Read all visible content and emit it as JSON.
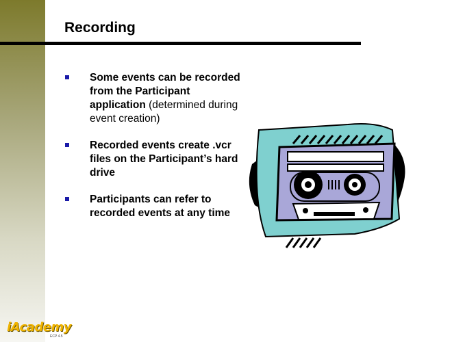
{
  "slide": {
    "title": "Recording",
    "bullets": [
      {
        "bold": "Some events can be recorded from the Participant application",
        "normal": " (determined during event creation)"
      },
      {
        "bold": "Recorded events create .vcr files on the Participant’s hard drive",
        "normal": ""
      },
      {
        "bold": "Participants can refer to recorded events at any time",
        "normal": ""
      }
    ]
  },
  "logo": {
    "brand": "iAcademy",
    "tag": "ECP 4.5"
  },
  "icons": {
    "bullet": "square-bullet-icon",
    "clipart": "cassette-tape-icon"
  },
  "colors": {
    "bullet": "#1a1aa8",
    "bar_top": "#7d7a2c",
    "clip_teal": "#7fd0cf",
    "clip_lavender": "#a9a7d8",
    "logo": "#f0b400"
  }
}
